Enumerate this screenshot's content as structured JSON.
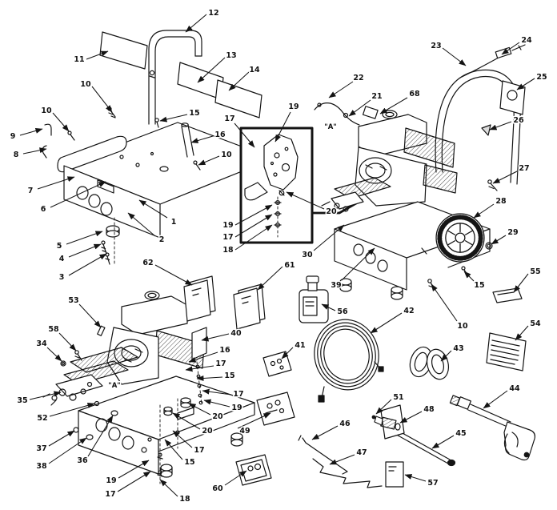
{
  "diagram": {
    "kind": "exploded parts diagram",
    "subject": "pressure washer (frame, handle, engine, pump and accessories)",
    "inset_note": "detail box with fastener stack",
    "colors": {
      "line": "#141414",
      "background": "#ffffff"
    }
  },
  "callouts": [
    {
      "label": "12"
    },
    {
      "label": "11"
    },
    {
      "label": "13"
    },
    {
      "label": "14"
    },
    {
      "label": "10"
    },
    {
      "label": "10"
    },
    {
      "label": "9"
    },
    {
      "label": "8"
    },
    {
      "label": "15"
    },
    {
      "label": "16"
    },
    {
      "label": "10"
    },
    {
      "label": "7"
    },
    {
      "label": "6"
    },
    {
      "label": "1"
    },
    {
      "label": "2"
    },
    {
      "label": "5"
    },
    {
      "label": "4"
    },
    {
      "label": "3"
    },
    {
      "label": "17"
    },
    {
      "label": "19"
    },
    {
      "label": "20"
    },
    {
      "label": "19"
    },
    {
      "label": "17"
    },
    {
      "label": "18"
    },
    {
      "label": "30"
    },
    {
      "label": "22"
    },
    {
      "label": "21"
    },
    {
      "label": "68"
    },
    {
      "label": "23"
    },
    {
      "label": "24"
    },
    {
      "label": "25"
    },
    {
      "label": "26"
    },
    {
      "label": "27"
    },
    {
      "label": "28"
    },
    {
      "label": "29"
    },
    {
      "label": "39"
    },
    {
      "label": "61"
    },
    {
      "label": "15"
    },
    {
      "label": "10"
    },
    {
      "label": "62"
    },
    {
      "label": "53"
    },
    {
      "label": "58"
    },
    {
      "label": "34"
    },
    {
      "label": "35"
    },
    {
      "label": "52"
    },
    {
      "label": "37"
    },
    {
      "label": "38"
    },
    {
      "label": "36"
    },
    {
      "label": "40"
    },
    {
      "label": "16"
    },
    {
      "label": "17"
    },
    {
      "label": "15"
    },
    {
      "label": "17"
    },
    {
      "label": "19"
    },
    {
      "label": "20"
    },
    {
      "label": "20"
    },
    {
      "label": "17"
    },
    {
      "label": "15"
    },
    {
      "label": "19"
    },
    {
      "label": "17"
    },
    {
      "label": "18"
    },
    {
      "label": "49"
    },
    {
      "label": "60"
    },
    {
      "label": "56"
    },
    {
      "label": "41"
    },
    {
      "label": "42"
    },
    {
      "label": "43"
    },
    {
      "label": "44"
    },
    {
      "label": "45"
    },
    {
      "label": "46"
    },
    {
      "label": "47"
    },
    {
      "label": "48"
    },
    {
      "label": "51"
    },
    {
      "label": "54"
    },
    {
      "label": "55"
    },
    {
      "label": "57"
    },
    {
      "label": "\"A\""
    },
    {
      "label": "\"A\""
    }
  ]
}
